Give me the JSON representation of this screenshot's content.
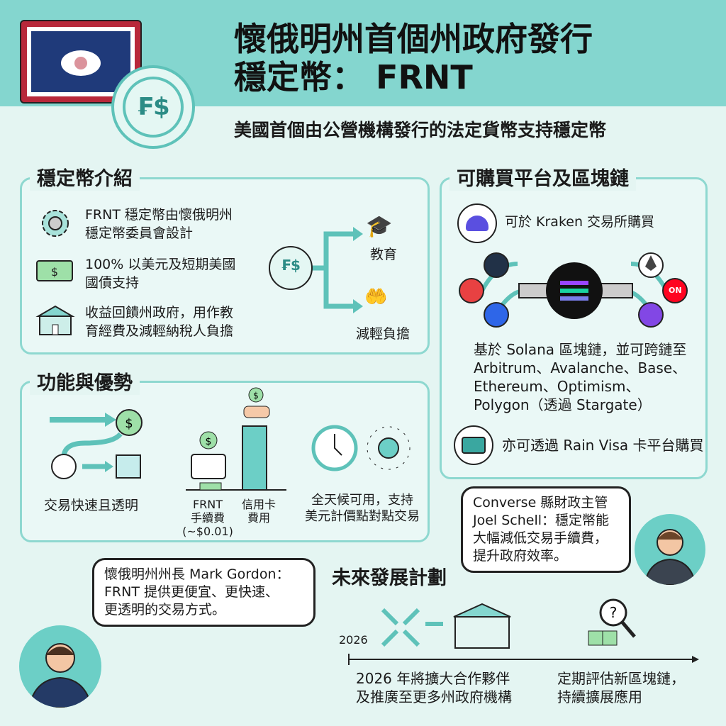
{
  "header": {
    "title_line1": "懷俄明州首個州政府發行",
    "title_line2": "穩定幣： FRNT",
    "subtitle": "美國首個由公營機構發行的法定貨幣支持穩定幣",
    "coin_symbol": "₣$"
  },
  "intro": {
    "title": "穩定幣介紹",
    "items": [
      {
        "icon": "gear-icon",
        "line1": "FRNT 穩定幣由懷俄明州",
        "line2": "穩定幣委員會設計"
      },
      {
        "icon": "banknote-icon",
        "line1": "100% 以美元及短期美國",
        "line2": "國債支持"
      },
      {
        "icon": "school-building-icon",
        "line1": "收益回饋州政府，用作教",
        "line2": "育經費及減輕納稅人負擔"
      }
    ],
    "flow_coin": "₣$",
    "education": "教育",
    "relief": "減輕負擔"
  },
  "platforms": {
    "title": "可購買平台及區塊鏈",
    "kraken": "可於 Kraken 交易所購買",
    "chains_text": [
      "基於 Solana 區塊鏈，並可跨鏈至",
      "Arbitrum、Avalanche、Base、",
      "Ethereum、Optimism、",
      "Polygon（透過 Stargate）"
    ],
    "on_badge": "ON",
    "rain": "亦可透過 Rain Visa 卡平台購買"
  },
  "features": {
    "title": "功能與優勢",
    "fast": "交易快速且透明",
    "frnt_fee": [
      "FRNT",
      "手續費",
      "(~$0.01)"
    ],
    "card_fee": [
      "信用卡",
      "費用"
    ],
    "always": [
      "全天候可用，支持",
      "美元計價點對點交易"
    ]
  },
  "quotes": {
    "schell": [
      "Converse 縣財政主管",
      "Joel Schell：穩定幣能",
      "大幅減低交易手續費，",
      "提升政府效率。"
    ],
    "gordon": [
      "懷俄明州州長 Mark Gordon：",
      "FRNT 提供更便宜、更快速、",
      "更透明的交易方式。"
    ]
  },
  "future": {
    "title": "未來發展計劃",
    "year": "2026",
    "item1": [
      "2026 年將擴大合作夥伴",
      "及推廣至更多州政府機構"
    ],
    "item2": [
      "定期評估新區塊鏈，",
      "持續擴展應用"
    ]
  },
  "colors": {
    "teal": "#84d6cf",
    "accent": "#5ec2b9",
    "green": "#9ee0a8"
  }
}
